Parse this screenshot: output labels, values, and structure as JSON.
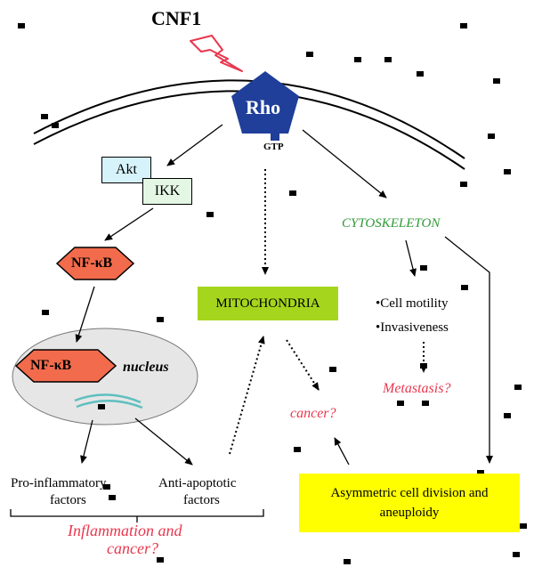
{
  "diagram": {
    "title": "CNF1",
    "rho": {
      "label": "Rho",
      "gtp": "GTP"
    },
    "akt": "Akt",
    "ikk": "IKK",
    "nfkb_top": "NF-κB",
    "nucleus": {
      "nfkb": "NF-κB",
      "label": "nucleus"
    },
    "mitochondria": "MITOCHONDRIA",
    "cytoskeleton": "CYTOSKELETON",
    "bullets": [
      "•Cell motility",
      "•Invasiveness"
    ],
    "metastasis": "Metastasis?",
    "cancer": "cancer?",
    "pro_inflammatory": [
      "Pro-inflammatory",
      "factors"
    ],
    "anti_apoptotic": [
      "Anti-apoptotic",
      "factors"
    ],
    "inflammation": [
      "Inflammation and",
      "cancer?"
    ],
    "asymmetric": [
      "Asymmetric cell division and",
      "aneuploidy"
    ]
  },
  "colors": {
    "rho": "#1f3f9a",
    "akt": "#d6f2fb",
    "ikk": "#e4f6e4",
    "nfkb": "#f26b4c",
    "mitochondria": "#a5d61d",
    "cytoskeleton_text": "#2f9a36",
    "accent_red": "#e8384f",
    "asymmetric": "#ffff00",
    "nucleus": "#e6e6e6",
    "dna": "#5fbfbf",
    "lightning": "#e8384f"
  }
}
